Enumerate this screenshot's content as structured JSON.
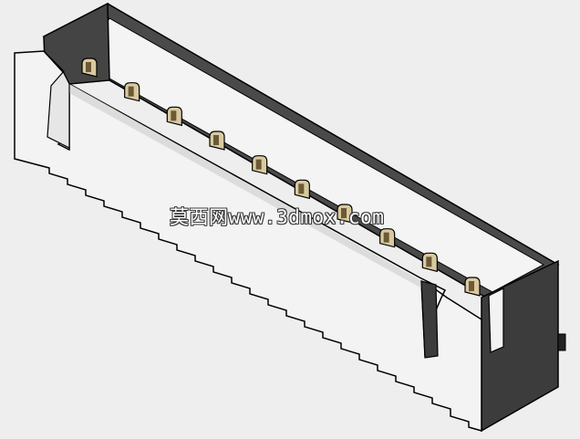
{
  "image": {
    "subject": "pin-header-connector-render",
    "pin_count": 10,
    "colors": {
      "background": "#eeeeee",
      "housing_dark": "#4a4a4a",
      "housing_darker": "#333333",
      "housing_light": "#f2f2f2",
      "housing_mid": "#e2e2e2",
      "pin_metal": "#d9c9a0",
      "pin_shadow": "#6b5a35",
      "outline": "#000000"
    }
  },
  "watermark": {
    "text": "莫西网www.3dmox.com"
  }
}
